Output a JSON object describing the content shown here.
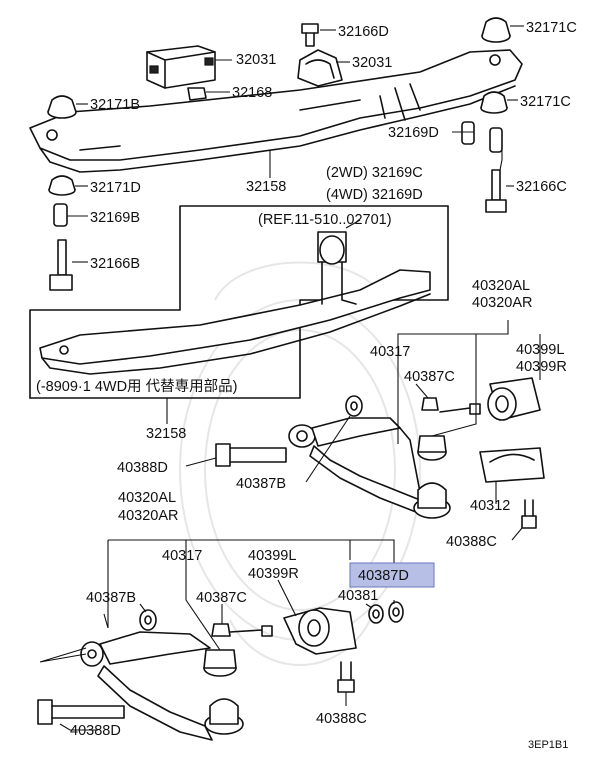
{
  "diagram": {
    "labels": {
      "p32166D": "32166D",
      "p32171C_top": "32171C",
      "p32031_a": "32031",
      "p32031_b": "32031",
      "p32168": "32168",
      "p32171B": "32171B",
      "p32171C_right": "32171C",
      "p32169D": "32169D",
      "p32169C_2wd": "(2WD) 32169C",
      "p32169D_4wd": "(4WD) 32169D",
      "p32158_top": "32158",
      "p32171D": "32171D",
      "p32166C": "32166C",
      "p32169B": "32169B",
      "p32166B": "32166B",
      "ref_note": "(REF.11-510..02701)",
      "p40320AL_top": "40320AL",
      "p40320AR_top": "40320AR",
      "p40317_top": "40317",
      "p40399L_top": "40399L",
      "p40399R_top": "40399R",
      "p40387C_top": "40387C",
      "inset_note": "(-8909·1 4WD用 代替専用部品)",
      "p32158_bottom": "32158",
      "p40388D_top": "40388D",
      "p40387B_top": "40387B",
      "p40312": "40312",
      "p40388C_top": "40388C",
      "p40320AL_bottom": "40320AL",
      "p40320AR_bottom": "40320AR",
      "p40317_bottom": "40317",
      "p40399L_bottom": "40399L",
      "p40399R_bottom": "40399R",
      "p40387D": "40387D",
      "p40387B_bottom": "40387B",
      "p40387C_bottom": "40387C",
      "p40381": "40381",
      "p40388D_bottom": "40388D",
      "p40388C_bottom": "40388C",
      "diagram_code": "3EP1B1"
    },
    "highlight_color": "#b8bfe6",
    "highlight_border": "#6a74c0"
  }
}
